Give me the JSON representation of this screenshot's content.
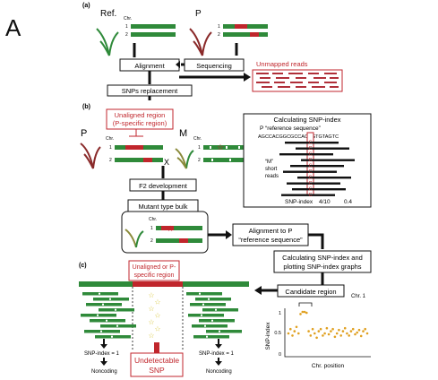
{
  "figure_letter": "A",
  "panels": {
    "a": "(a)",
    "b": "(b)",
    "c": "(c)"
  },
  "a": {
    "ref_label": "Ref.",
    "p_label": "P",
    "chr": "Chr.",
    "chr1": "1",
    "chr2": "2",
    "alignment": "Alignment",
    "sequencing": "Sequencing",
    "unmapped_reads": "Unmapped reads",
    "snps_replacement": "SNPs replacement"
  },
  "b": {
    "unaligned_region_line1": "Unaligned region",
    "unaligned_region_line2": "(P-specific region)",
    "p_label": "P",
    "m_label": "M",
    "chr": "Chr.",
    "chr1": "1",
    "chr2": "2",
    "cross": "X",
    "f2_development": "F2 development",
    "mutant_type_bulk": "Mutant type bulk",
    "alignment_to_p_line1": "Alignment to P",
    "alignment_to_p_line2": "“reference sequence”",
    "calc_plot_line1": "Calculating SNP-index and",
    "calc_plot_line2": "plotting SNP-index graphs",
    "candidate_region": "Candidate region",
    "inset": {
      "title": "Calculating SNP-index",
      "ref_seq_label": "P “reference sequence”",
      "sequence": "AGCCACGGCGCCACCGTGTAGTC",
      "m_short_reads": [
        "“M”",
        "short",
        "reads"
      ],
      "column_bases": [
        "C",
        "C",
        "C",
        "C",
        "C",
        "C",
        "C",
        "C",
        "C",
        "C"
      ],
      "snp_index_label": "SNP-index",
      "snp_index_values": [
        "4/10",
        "0.4"
      ]
    }
  },
  "c": {
    "unaligned_p_line1": "Unaligned or P-",
    "unaligned_p_line2": "specific region",
    "snp_index_eq1_left": "SNP-index = 1",
    "snp_index_eq1_right": "SNP-index = 1",
    "noncoding_left": "Noncoding",
    "noncoding_right": "Noncoding",
    "undetectable_line1": "Undetectable",
    "undetectable_line2": "SNP",
    "chr_label": "Chr. 1"
  },
  "colors": {
    "chromosome_green": "#2f8a3a",
    "region_red": "#c0262c",
    "highlight_pink": "#e06060",
    "star_yellow": "#e8d23a",
    "dot_orange": "#e0a020"
  },
  "chart_data": {
    "type": "scatter",
    "title": "",
    "xlabel": "Chr. position",
    "ylabel": "SNP-index",
    "yticks": [
      "1",
      "0.5",
      "0"
    ],
    "ylim": [
      0,
      1
    ],
    "x": [
      1,
      2,
      3,
      4,
      5,
      6,
      7,
      8,
      9,
      10,
      11,
      12,
      13,
      14,
      15,
      16,
      17,
      18,
      19,
      20,
      21,
      22,
      23,
      24,
      25,
      26,
      27,
      28,
      29,
      30,
      31,
      32,
      33,
      34,
      35,
      36,
      37,
      38,
      39,
      40
    ],
    "y": [
      0.5,
      0.6,
      0.45,
      0.55,
      0.65,
      0.5,
      0.95,
      1.0,
      1.0,
      0.98,
      0.55,
      0.45,
      0.6,
      0.5,
      0.4,
      0.55,
      0.6,
      0.45,
      0.5,
      0.62,
      0.48,
      0.55,
      0.6,
      0.42,
      0.5,
      0.58,
      0.45,
      0.55,
      0.62,
      0.5,
      0.45,
      0.55,
      0.6,
      0.48,
      0.52,
      0.58,
      0.44,
      0.55,
      0.6,
      0.5
    ]
  }
}
